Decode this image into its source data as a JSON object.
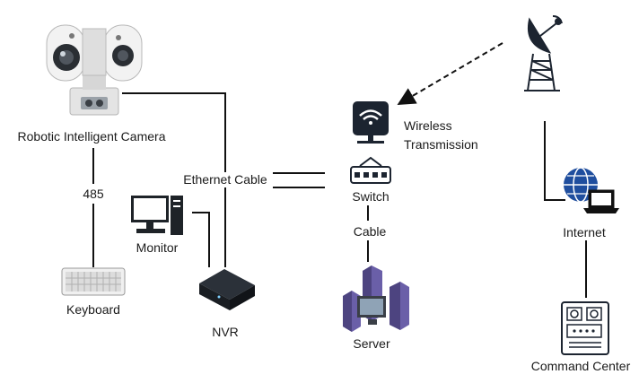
{
  "nodes": {
    "camera": {
      "label": "Robotic Intelligent Camera",
      "icon": "ptz-camera-icon"
    },
    "keyboard": {
      "label": "Keyboard",
      "icon": "keyboard-icon"
    },
    "monitor": {
      "label": "Monitor",
      "icon": "monitor-icon"
    },
    "nvr": {
      "label": "NVR",
      "icon": "nvr-icon"
    },
    "wireless": {
      "label_line1": "Wireless",
      "label_line2": "Transmission",
      "icon": "wifi-router-icon"
    },
    "switch": {
      "label": "Switch",
      "icon": "network-switch-icon"
    },
    "server": {
      "label": "Server",
      "icon": "server-rack-icon"
    },
    "satellite": {
      "icon": "satellite-dish-tower-icon"
    },
    "internet": {
      "label": "Internet",
      "icon": "globe-laptop-icon"
    },
    "command": {
      "label": "Command Center",
      "icon": "control-panel-icon"
    }
  },
  "edges": {
    "camera_keyboard": {
      "label": "485"
    },
    "ethernet": {
      "label": "Ethernet Cable"
    },
    "switch_server": {
      "label": "Cable"
    }
  },
  "colors": {
    "line": "#111111",
    "icon_dark": "#1c2430",
    "globe_blue": "#1f4e9e",
    "server_purple": "#6a5fa8"
  }
}
